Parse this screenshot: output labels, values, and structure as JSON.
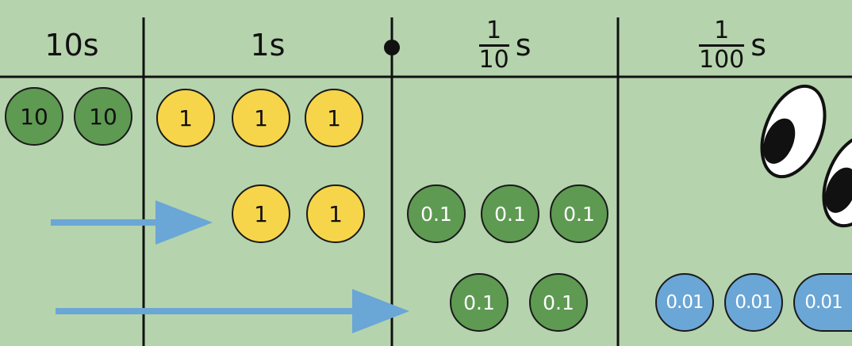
{
  "headers": {
    "tens": "10s",
    "ones": "1s",
    "tenths": {
      "numerator": "1",
      "denominator": "10",
      "unit": "s"
    },
    "hundredths": {
      "numerator": "1",
      "denominator": "100",
      "unit": "s"
    }
  },
  "rows": [
    {
      "tens": [
        "10",
        "10"
      ],
      "ones": [
        "1",
        "1",
        "1"
      ],
      "tenths": [],
      "hundredths": []
    },
    {
      "tens": [],
      "ones": [
        "1",
        "1"
      ],
      "tenths": [
        "0.1",
        "0.1",
        "0.1"
      ],
      "hundredths": []
    },
    {
      "tens": [],
      "ones": [],
      "tenths": [
        "0.1",
        "0.1"
      ],
      "hundredths": [
        "0.01",
        "0.01",
        "0.01"
      ]
    }
  ],
  "colors": {
    "background": "#b5d3ad",
    "tens_coin": "#5e9a52",
    "ones_coin": "#f7d54a",
    "tenths_coin": "#5e9a52",
    "hundredths_coin": "#6aa6d6",
    "arrow": "#6aa6d6"
  },
  "decorations": [
    "decimal-point-dot",
    "arrow-to-ones-column",
    "arrow-to-tenths-column",
    "googly-eyes"
  ]
}
